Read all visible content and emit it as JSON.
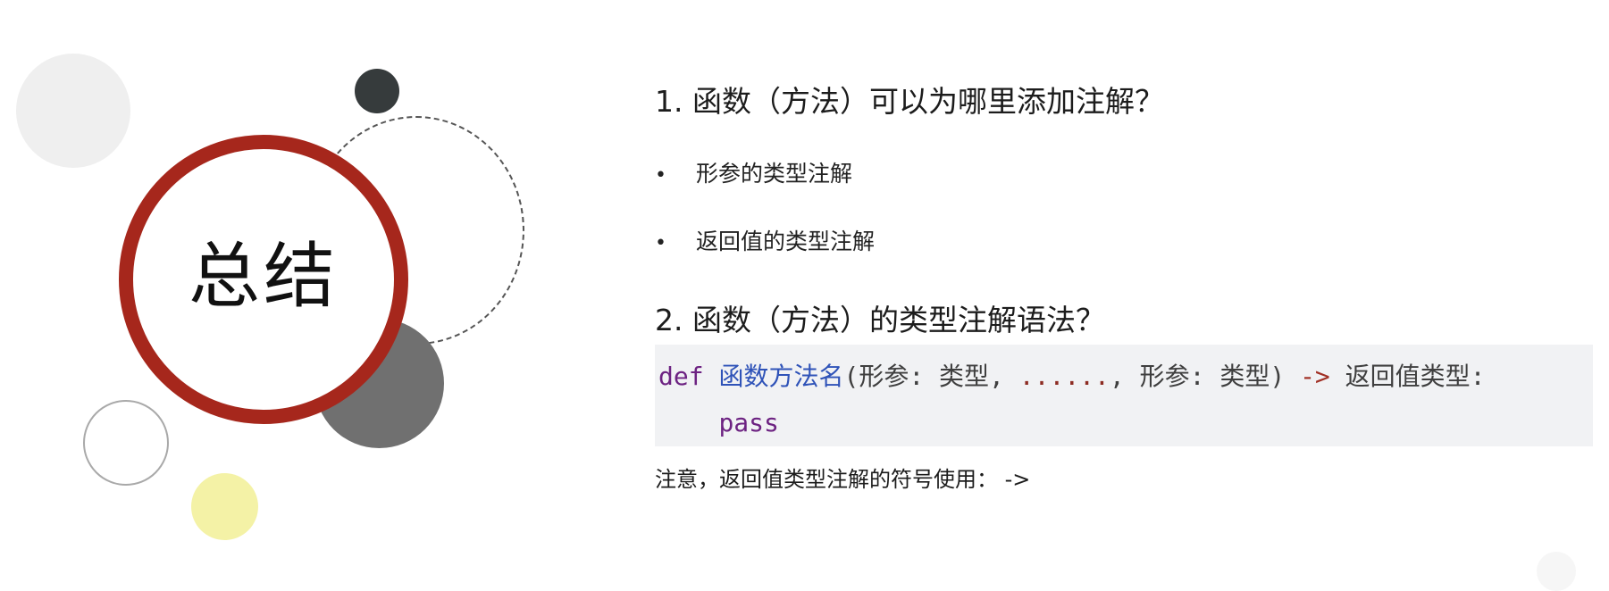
{
  "summary": {
    "title": "总结"
  },
  "question1": {
    "heading": "1. 函数（方法）可以为哪里添加注解？",
    "bullets": [
      {
        "marker": "•",
        "text": "形参的类型注解"
      },
      {
        "marker": "•",
        "text": "返回值的类型注解"
      }
    ]
  },
  "question2": {
    "heading": "2. 函数（方法）的类型注解语法？",
    "code": {
      "keyword_def": "def",
      "function_name": "函数方法名",
      "open_paren": "(",
      "param1": "形参: 类型, ",
      "ellipsis": "......",
      "comma": ", ",
      "param2": "形参: 类型) ",
      "arrow": "->",
      "return_part": " 返回值类型:",
      "indent": "    ",
      "keyword_pass": "pass"
    }
  },
  "note": {
    "text": "注意，返回值类型注解的符号使用：  ->"
  },
  "colors": {
    "ring": "#a6271c",
    "keyword": "#6d2382",
    "function_name": "#2f53b8",
    "operator": "#a13025",
    "code_background": "#f1f2f4"
  }
}
